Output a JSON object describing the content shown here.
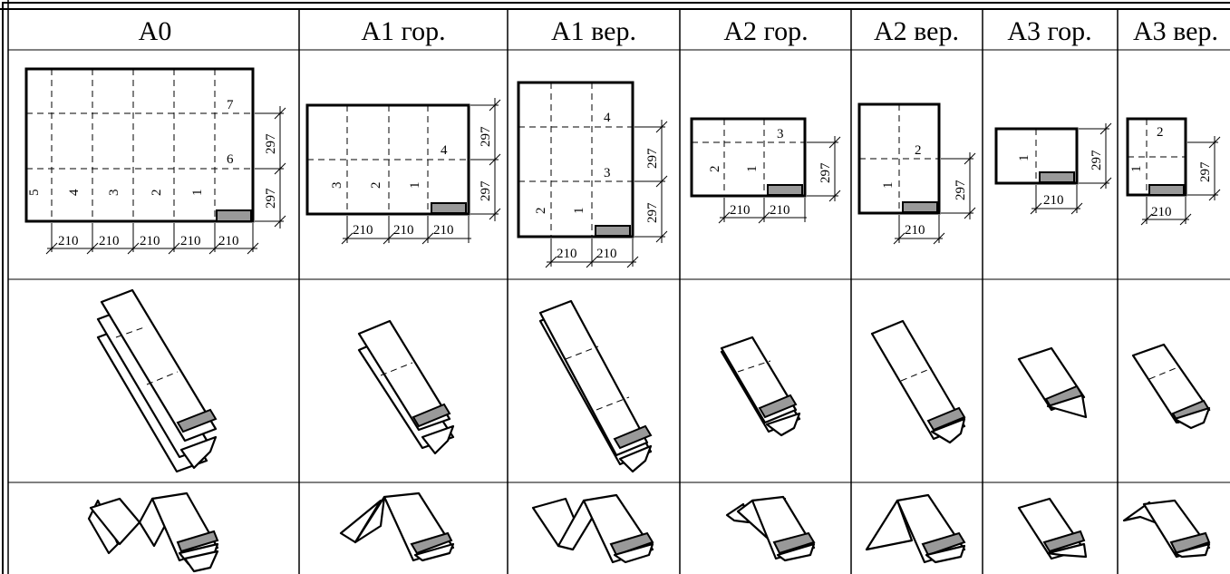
{
  "headers": [
    "A0",
    "A1 гор.",
    "A1 вер.",
    "A2 гор.",
    "A2 вер.",
    "A3 гор.",
    "A3 вер."
  ],
  "dimension_width": "210",
  "dimension_height": "297",
  "panel_numbers": {
    "A0": [
      "5",
      "4",
      "3",
      "2",
      "1",
      "6",
      "7"
    ],
    "A1 гор.": [
      "3",
      "2",
      "1",
      "4"
    ],
    "A1 вер.": [
      "2",
      "1",
      "3",
      "4"
    ],
    "A2 гор.": [
      "2",
      "1",
      "3"
    ],
    "A2 вер.": [
      "1",
      "2"
    ],
    "A3 гор.": [
      "1"
    ],
    "A3 вер.": [
      "1",
      "2"
    ]
  },
  "colors": {
    "stamp": "#999999",
    "lines": "#000000",
    "background": "#ffffff"
  }
}
